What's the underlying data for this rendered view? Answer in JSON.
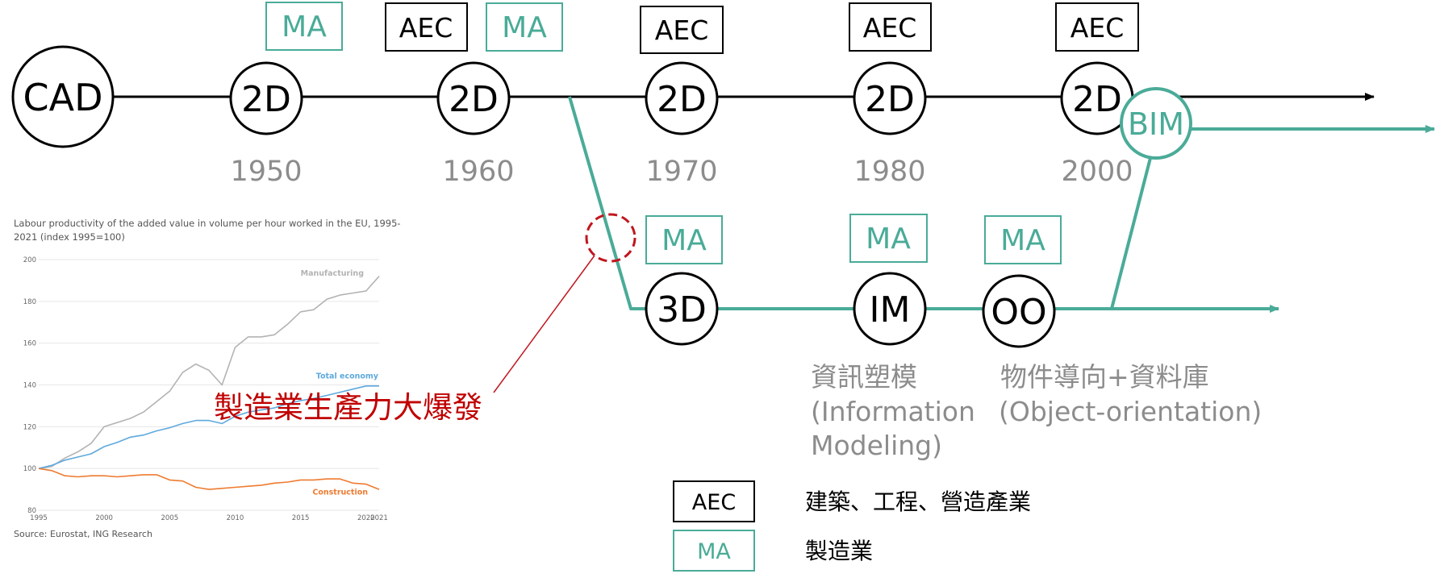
{
  "colors": {
    "black": "#000000",
    "teal": "#4aab98",
    "gray_year": "#8c8c8c",
    "red": "#c00000",
    "dashed_red": "#c0161f",
    "manufacturing": "#b3b3b3",
    "total_economy": "#5ea9dd",
    "construction": "#ee7b30"
  },
  "nodes": {
    "cad": "CAD",
    "n1950": "2D",
    "n1960": "2D",
    "n1970": "2D",
    "n1980": "2D",
    "n2000": "2D",
    "bim": "BIM",
    "n3d": "3D",
    "im": "IM",
    "oo": "OO"
  },
  "tags": {
    "ma_1950": "MA",
    "aec_1960": "AEC",
    "ma_1960": "MA",
    "aec_1970": "AEC",
    "aec_1980": "AEC",
    "aec_2000": "AEC",
    "ma_3d": "MA",
    "ma_im": "MA",
    "ma_oo": "MA"
  },
  "years": {
    "y1950": "1950",
    "y1960": "1960",
    "y1970": "1970",
    "y1980": "1980",
    "y2000": "2000"
  },
  "notes": {
    "im_line1": "資訊塑模",
    "im_line2": "(Information",
    "im_line3": "Modeling)",
    "oo_line1": "物件導向+資料庫",
    "oo_line2": "(Object-orientation)"
  },
  "callout": "製造業生產力大爆發",
  "legend": {
    "aec_box": "AEC",
    "aec_desc": "建築、工程、營造產業",
    "ma_box": "MA",
    "ma_desc": "製造業"
  },
  "chart_data": {
    "type": "line",
    "title": "Labour productivity of the added value in volume per hour worked in the EU, 1995-2021 (index 1995=100)",
    "title_line1": "Labour productivity of the added value in volume per hour worked in the EU, 1995-",
    "title_line2": "2021 (index 1995=100)",
    "source": "Source: Eurostat, ING Research",
    "ylim": [
      80,
      200
    ],
    "y_ticks": [
      "80",
      "100",
      "120",
      "140",
      "160",
      "180",
      "200"
    ],
    "y_tick_values": [
      80,
      100,
      120,
      140,
      160,
      180,
      200
    ],
    "x_ticks": [
      "1995",
      "2000",
      "2005",
      "2010",
      "2015",
      "2020",
      "2021"
    ],
    "x_tick_values": [
      1995,
      2000,
      2005,
      2010,
      2015,
      2020,
      2021
    ],
    "xlim": [
      1995,
      2021
    ],
    "series": [
      {
        "name": "Manufacturing",
        "x": [
          1995,
          1996,
          1997,
          1998,
          1999,
          2000,
          2001,
          2002,
          2003,
          2004,
          2005,
          2006,
          2007,
          2008,
          2009,
          2010,
          2011,
          2012,
          2013,
          2014,
          2015,
          2016,
          2017,
          2018,
          2019,
          2020,
          2021
        ],
        "values": [
          100,
          101,
          105,
          108,
          112,
          120,
          122,
          124,
          127,
          132,
          137,
          146,
          150,
          147,
          140,
          158,
          163,
          163,
          164,
          169,
          175,
          176,
          181,
          183,
          184,
          185,
          192
        ]
      },
      {
        "name": "Total economy",
        "x": [
          1995,
          1996,
          1997,
          1998,
          1999,
          2000,
          2001,
          2002,
          2003,
          2004,
          2005,
          2006,
          2007,
          2008,
          2009,
          2010,
          2011,
          2012,
          2013,
          2014,
          2015,
          2016,
          2017,
          2018,
          2019,
          2020,
          2021
        ],
        "values": [
          100,
          101.5,
          104,
          105.5,
          107,
          110.5,
          112.5,
          115,
          116,
          118,
          119.5,
          121.5,
          123,
          123,
          121.5,
          125,
          127,
          128,
          129,
          131,
          132.5,
          133.5,
          135,
          136.5,
          138,
          139.5,
          139.5
        ]
      },
      {
        "name": "Construction",
        "x": [
          1995,
          1996,
          1997,
          1998,
          1999,
          2000,
          2001,
          2002,
          2003,
          2004,
          2005,
          2006,
          2007,
          2008,
          2009,
          2010,
          2011,
          2012,
          2013,
          2014,
          2015,
          2016,
          2017,
          2018,
          2019,
          2020,
          2021
        ],
        "values": [
          100,
          99,
          96.5,
          96,
          96.5,
          96.5,
          96,
          96.5,
          97,
          97,
          94.5,
          94,
          91,
          90,
          90.5,
          91,
          91.5,
          92,
          93,
          93.5,
          94.5,
          94.5,
          95,
          95,
          93,
          92.5,
          90
        ]
      }
    ],
    "series_label_colors": [
      "#b3b3b3",
      "#5ea9dd",
      "#ee7b30"
    ],
    "grid": true
  }
}
